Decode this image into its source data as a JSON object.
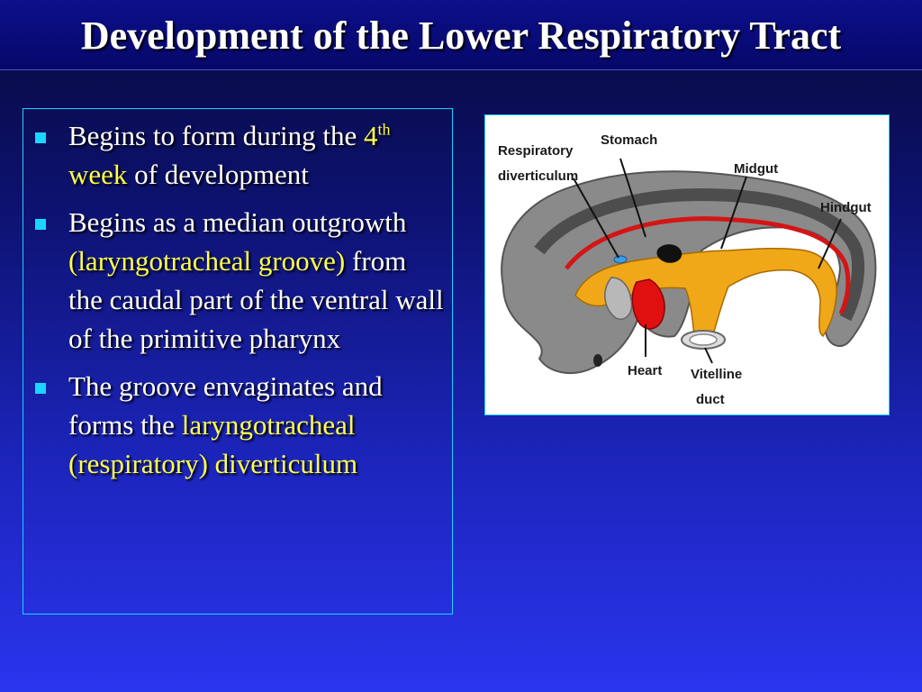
{
  "slide": {
    "title": "Development of the Lower Respiratory Tract"
  },
  "bullets": [
    {
      "parts": [
        {
          "text": "Begins to form during the ",
          "style": "normal"
        },
        {
          "text": "4",
          "style": "yellow"
        },
        {
          "text": "th",
          "style": "yellow-sup"
        },
        {
          "text": " week",
          "style": "yellow"
        },
        {
          "text": " of development",
          "style": "normal"
        }
      ]
    },
    {
      "parts": [
        {
          "text": "Begins as a median outgrowth ",
          "style": "normal"
        },
        {
          "text": "(laryngotracheal groove)",
          "style": "yellow"
        },
        {
          "text": " from the caudal part of the ventral wall of the primitive pharynx",
          "style": "normal"
        }
      ]
    },
    {
      "parts": [
        {
          "text": "The groove envaginates and forms the ",
          "style": "normal"
        },
        {
          "text": "laryngotracheal (respiratory) diverticulum",
          "style": "yellow"
        }
      ]
    }
  ],
  "figure": {
    "labels": {
      "respiratory_line1": "Respiratory",
      "respiratory_line2": "diverticulum",
      "stomach": "Stomach",
      "midgut": "Midgut",
      "hindgut": "Hindgut",
      "heart": "Heart",
      "vitelline_line1": "Vitelline",
      "vitelline_line2": "duct"
    }
  },
  "colors": {
    "accent_yellow": "#ffff4a",
    "bullet_marker": "#19d6ff",
    "frame_border": "#1fd0ff"
  }
}
